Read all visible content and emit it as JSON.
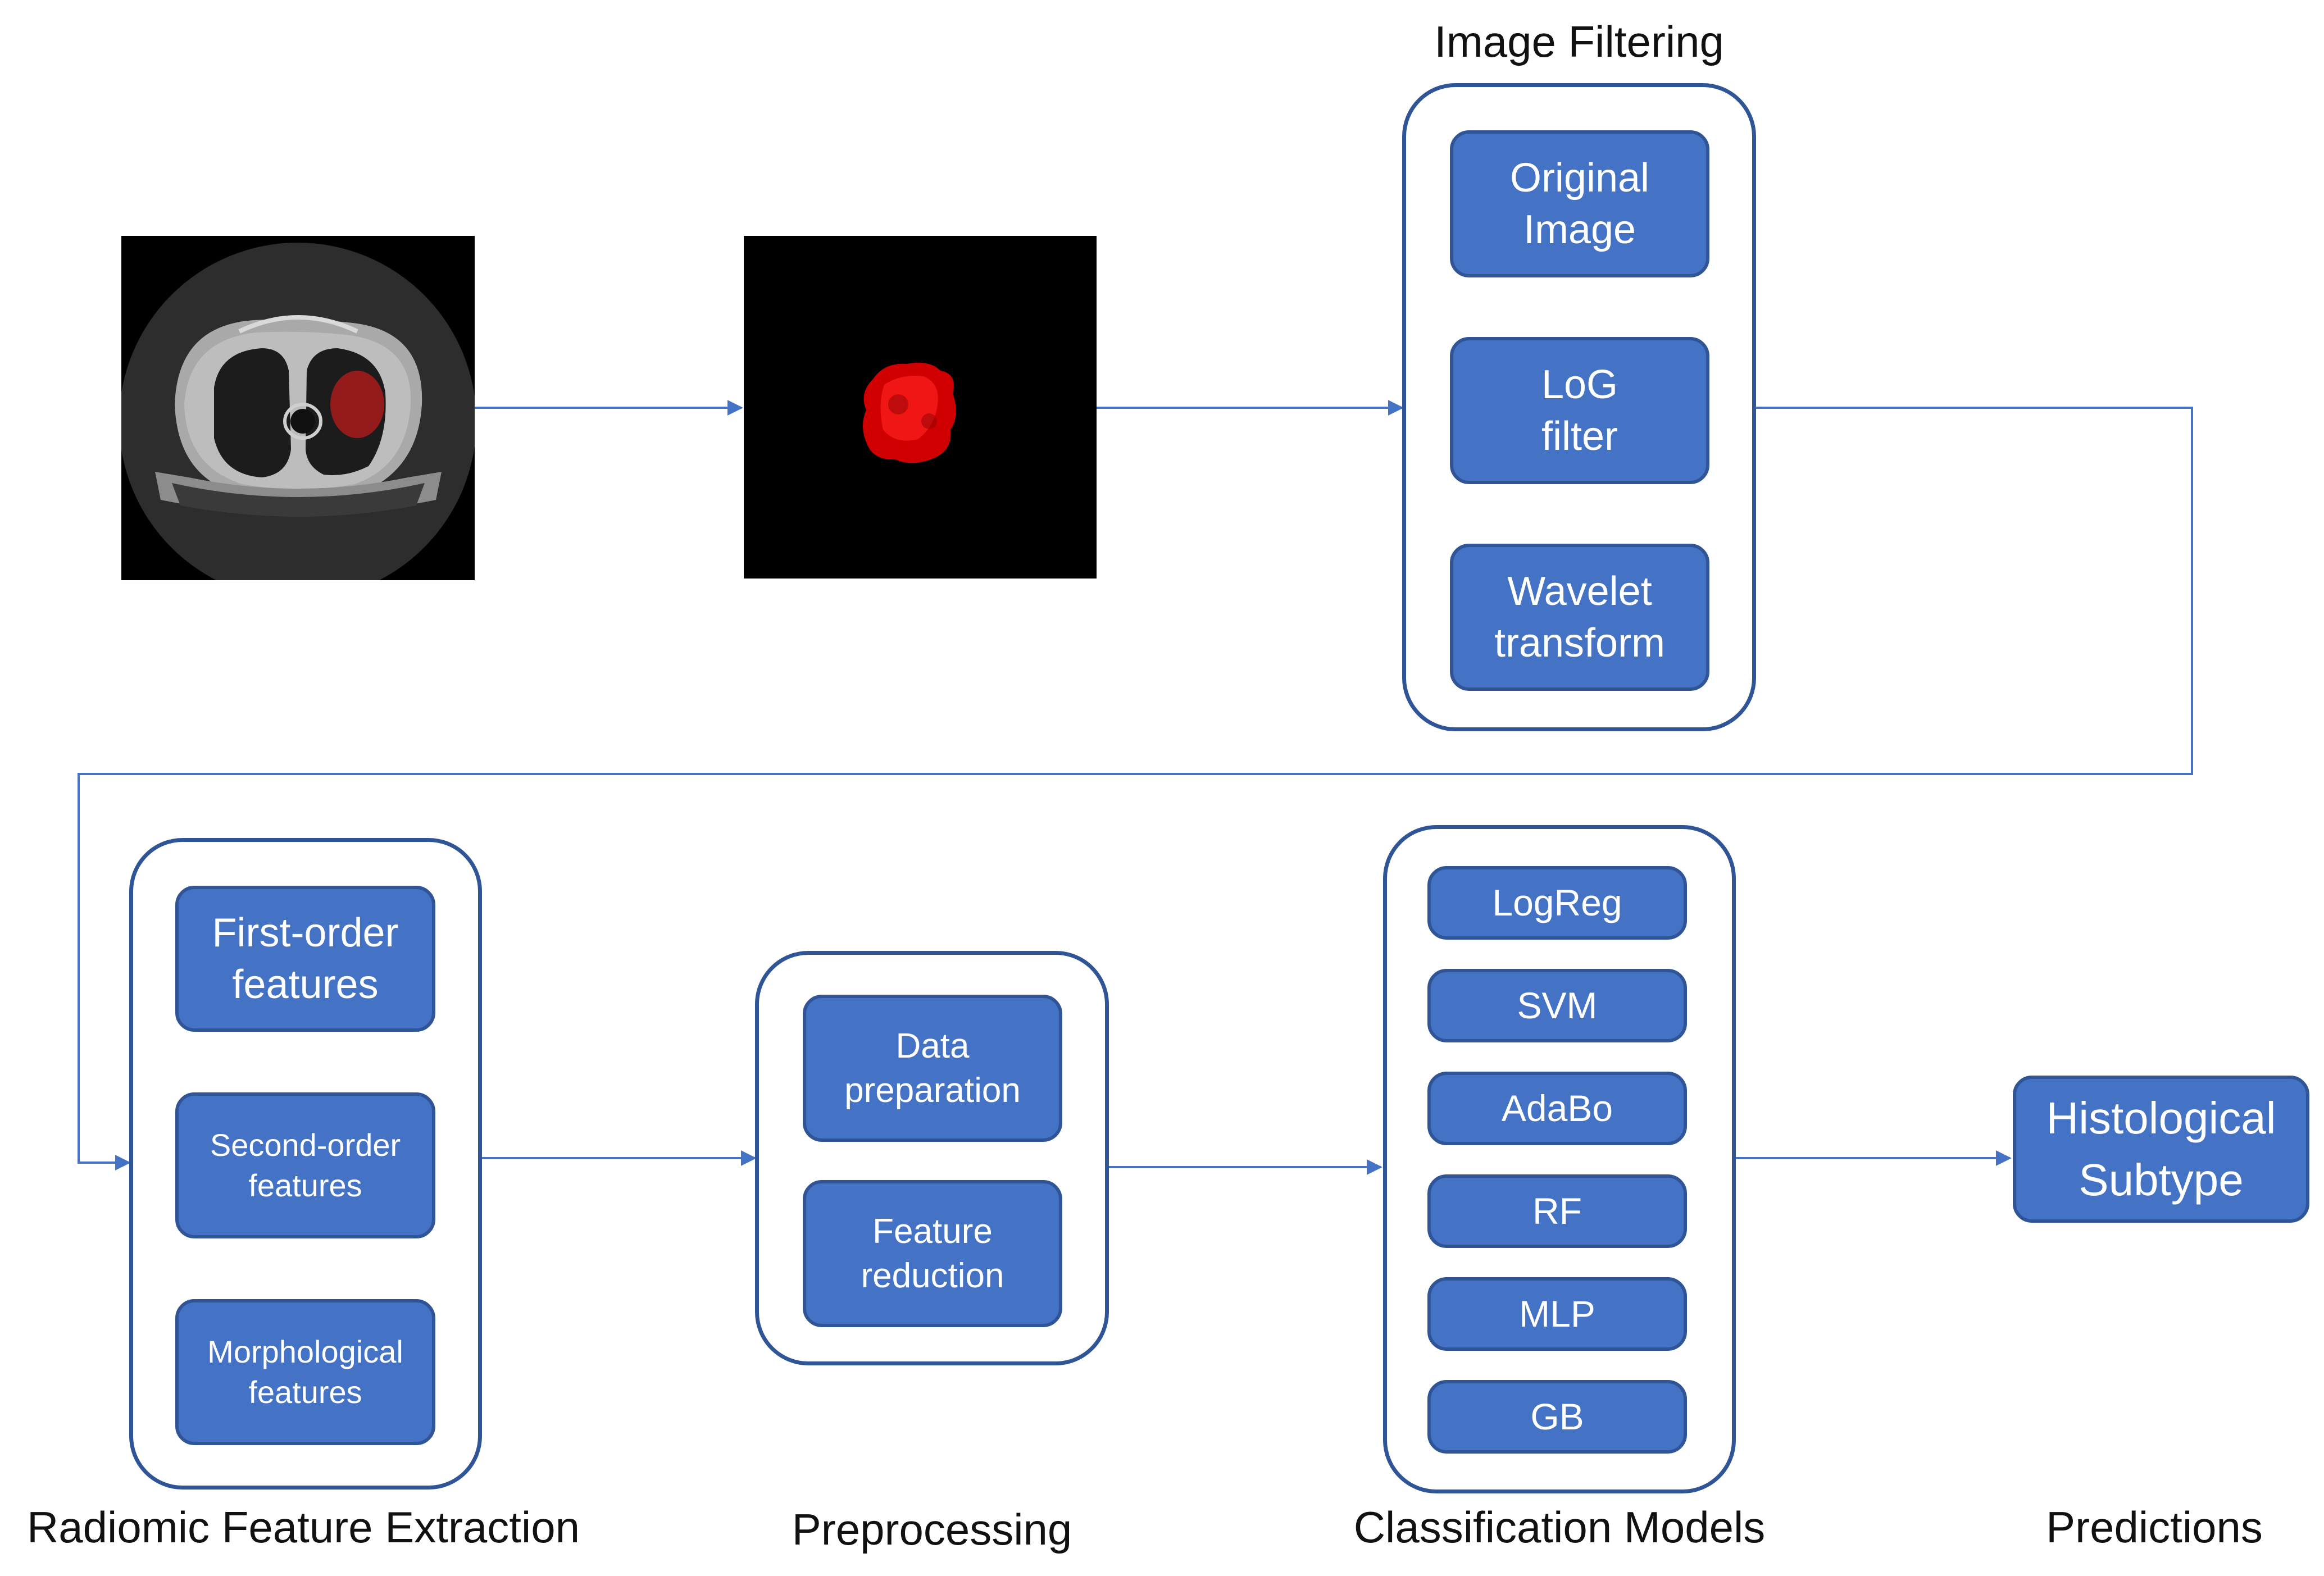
{
  "colors": {
    "box_fill": "#4472c4",
    "box_border": "#2f5597",
    "arrow": "#4472c4",
    "tumor": "#e31a1c",
    "background": "#ffffff"
  },
  "stages": {
    "image_filtering": {
      "title": "Image Filtering",
      "items": [
        {
          "label": "Original Image"
        },
        {
          "label": "LoG filter"
        },
        {
          "label": "Wavelet transform"
        }
      ]
    },
    "feature_extraction": {
      "title": "Radiomic Feature Extraction",
      "items": [
        {
          "label": "First-order features"
        },
        {
          "label": "Second-order features"
        },
        {
          "label": "Morphological features"
        }
      ]
    },
    "preprocessing": {
      "title": "Preprocessing",
      "items": [
        {
          "label": "Data preparation"
        },
        {
          "label": "Feature reduction"
        }
      ]
    },
    "classification": {
      "title": "Classification Models",
      "models": [
        {
          "label": "LogReg"
        },
        {
          "label": "SVM"
        },
        {
          "label": "AdaBo"
        },
        {
          "label": "RF"
        },
        {
          "label": "MLP"
        },
        {
          "label": "GB"
        }
      ]
    },
    "predictions": {
      "title": "Predictions",
      "output": "Histological Subtype"
    }
  }
}
